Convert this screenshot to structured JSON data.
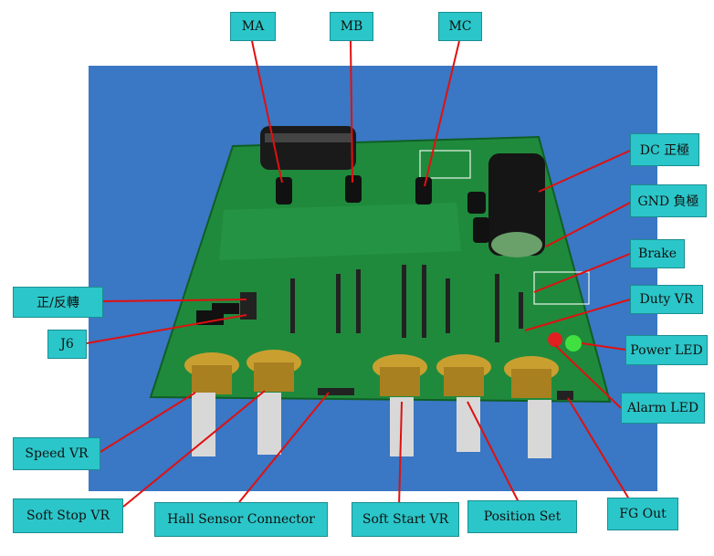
{
  "callouts": {
    "ma": "MA",
    "mb": "MB",
    "mc": "MC",
    "dc_pos": "DC 正極",
    "gnd_neg": "GND 負極",
    "brake": "Brake",
    "duty_vr": "Duty VR",
    "power_led": "Power LED",
    "alarm_led": "Alarm LED",
    "fg_out": "FG Out",
    "fwd_rev": "正/反轉",
    "j6": "J6",
    "speed_vr": "Speed VR",
    "soft_stop_vr": "Soft Stop VR",
    "hall_sensor_connector": "Hall Sensor Connector",
    "soft_start_vr": "Soft Start VR",
    "position_set": "Position Set"
  },
  "colors": {
    "background": "#3a77c4",
    "pcb": "#1f8a3c",
    "label_fill": "#2bc6c9",
    "leader_line": "#e01010"
  }
}
